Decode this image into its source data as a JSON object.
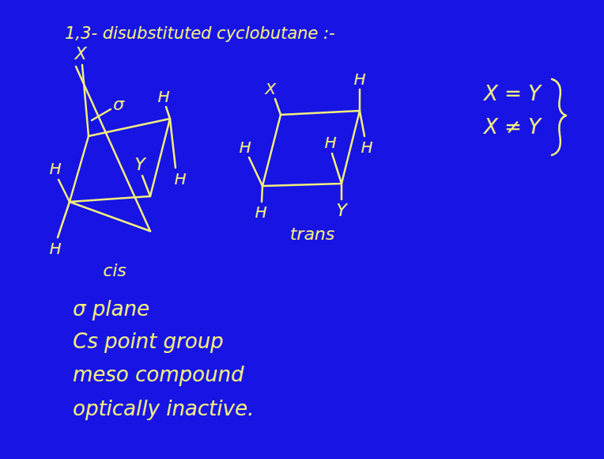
{
  "diagram": {
    "title": "1,3- disubstituted cyclobutane :-",
    "labels": [
      "X",
      "σ",
      "H",
      "H",
      "Y",
      "H",
      "H",
      "cis",
      "X",
      "H",
      "H",
      "H",
      "H",
      "H",
      "Y",
      "trans",
      "X = Y",
      "X ≠ Y",
      "σ plane",
      "Cs point group",
      "meso compound",
      "optically inactive."
    ]
  }
}
